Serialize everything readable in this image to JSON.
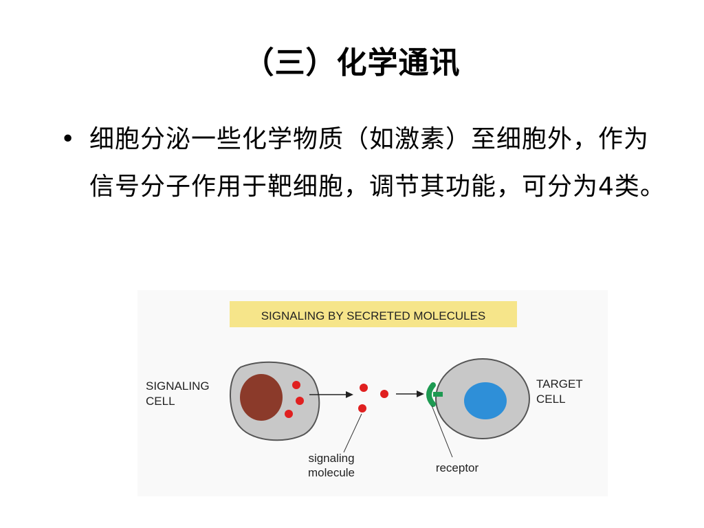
{
  "slide": {
    "title": "（三）化学通讯",
    "bullet_char": "•",
    "bullet_text": "细胞分泌一些化学物质（如激素）至细胞外，作为信号分子作用于靶细胞，调节其功能，可分为4类。"
  },
  "figure": {
    "banner": "SIGNALING BY SECRETED MOLECULES",
    "signaling_cell_line1": "SIGNALING",
    "signaling_cell_line2": "CELL",
    "target_cell_line1": "TARGET",
    "target_cell_line2": "CELL",
    "molecule_line1": "signaling",
    "molecule_line2": "molecule",
    "receptor_label": "receptor",
    "colors": {
      "banner_bg": "#f6e58a",
      "cell_fill": "#c8c8c8",
      "signaling_nucleus": "#8b3a2a",
      "target_nucleus": "#2e8fd8",
      "molecule": "#e02020",
      "receptor": "#1e9a52"
    }
  }
}
